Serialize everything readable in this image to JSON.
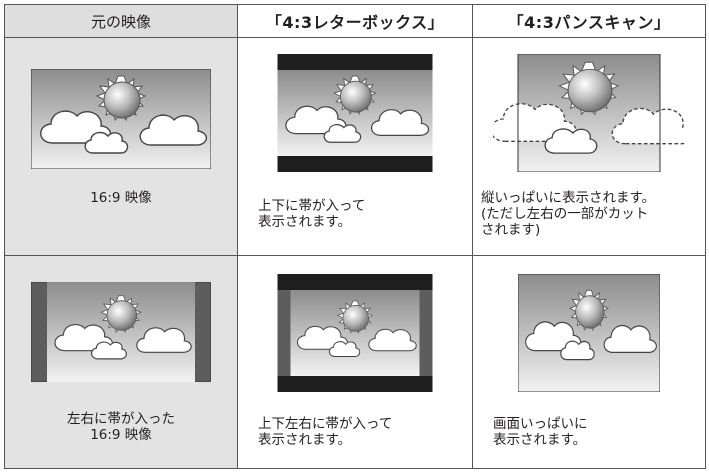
{
  "columns": [
    {
      "label": "元の映像"
    },
    {
      "label": "「4:3レターボックス」"
    },
    {
      "label": "「4:3パンスキャン」"
    }
  ],
  "rows": [
    {
      "cells": [
        {
          "caption": "16:9 映像"
        },
        {
          "caption": "上下に帯が入って\n表示されます。"
        },
        {
          "caption": "縦いっぱいに表示されます。\n(ただし左右の一部がカット\nされます)"
        }
      ]
    },
    {
      "cells": [
        {
          "caption": "左右に帯が入った\n16:9 映像"
        },
        {
          "caption": "上下左右に帯が入って\n表示されます。"
        },
        {
          "caption": "画面いっぱいに\n表示されます。"
        }
      ]
    }
  ],
  "colors": {
    "bar": "#1e1e1e",
    "side_bar": "#5d5d5d",
    "sky_top": "#8c8c8c",
    "sky_bottom": "#f0f0f0"
  }
}
